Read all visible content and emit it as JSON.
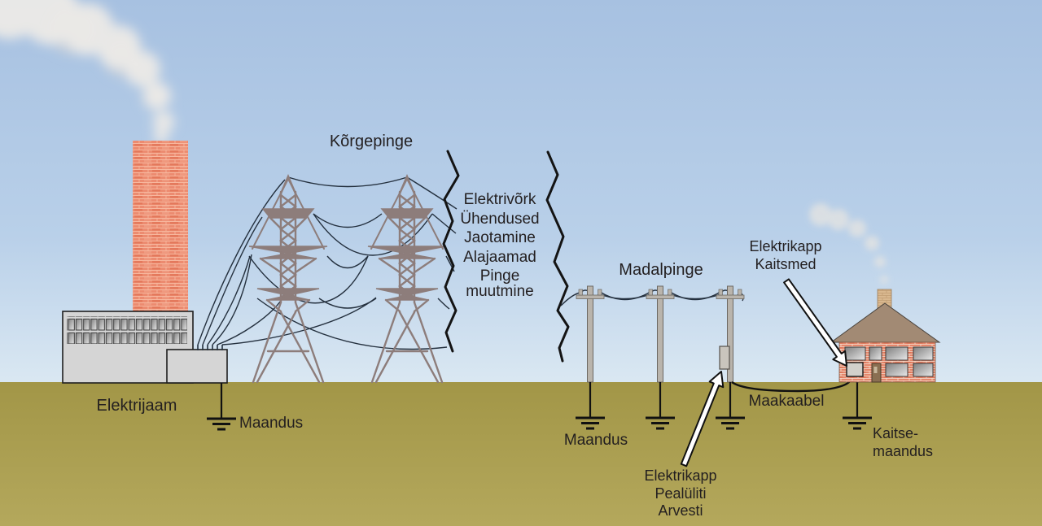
{
  "diagram": {
    "language": "Estonian",
    "subject": "Electric power transmission and distribution from power plant to house"
  },
  "labels": {
    "korgepinge": "Kõrgepinge",
    "madalpinge": "Madalpinge",
    "elektrijaam": "Elektrijaam",
    "maandus_plant": "Maandus",
    "maandus_poles": "Maandus",
    "maakaabel": "Maakaabel",
    "network": {
      "line1": "Elektrivõrk",
      "line2": "Ühendused",
      "line3": "Jaotamine",
      "line4": "Alajaamad",
      "line5": "Pinge",
      "line6": "muutmine"
    },
    "house_cabinet": {
      "line1": "Elektrikapp",
      "line2": "Kaitsmed"
    },
    "pole_cabinet": {
      "line1": "Elektrikapp",
      "line2": "Pealüliti",
      "line3": "Arvesti"
    },
    "kaitse_maandus": {
      "line1": "Kaitse-",
      "line2": "maandus"
    }
  },
  "colors": {
    "sky_top": "#a7c1e1",
    "sky_bottom": "#d9e7f2",
    "ground": "#a89c4e",
    "chimney_brick": "#ec8b70",
    "house_brick": "#e5876c",
    "roof": "#a28a74",
    "building_gray": "#d5d5d5",
    "tower": "#8d7d7b",
    "pole": "#b9b4ac",
    "wire": "#24303e",
    "text": "#231f20",
    "smoke": "#eceae7"
  }
}
